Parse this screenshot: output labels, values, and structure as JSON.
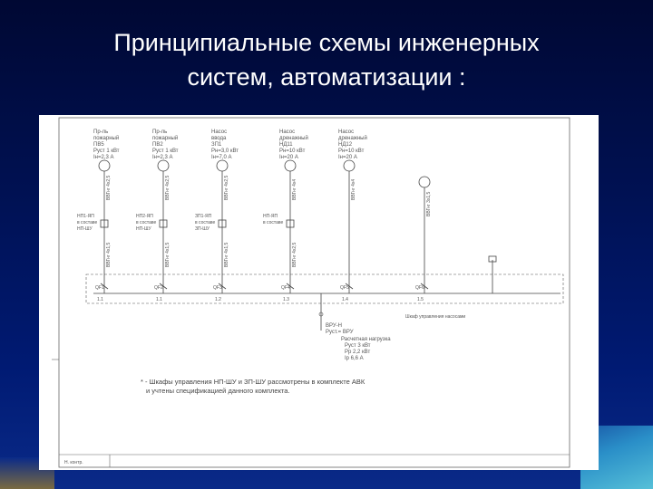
{
  "slide": {
    "title_line1": "Принципиальные схемы инженерных",
    "title_line2": "систем, автоматизации :"
  },
  "drawing": {
    "consumers": [
      {
        "label1": "Пр-ль",
        "label2": "пожарный",
        "label3": "ПВ5",
        "label4": "Руст 1 кВт",
        "label5": "Iн=2,3 А",
        "cable": "ВВГнг 4х2,5",
        "panel1": "НП1-ЯП",
        "panel2": "в составе",
        "panel3": "НП-ШУ",
        "cable2": "ВВГнг 4х1,5",
        "breaker": "QF1",
        "bus": "1.1"
      },
      {
        "label1": "Пр-ль",
        "label2": "пожарный",
        "label3": "ПВ2",
        "label4": "Руст 1 кВт",
        "label5": "Iн=2,3 А",
        "cable": "ВВГнг 4х2,5",
        "panel1": "НП2-ЯП",
        "panel2": "в составе",
        "panel3": "НП-ШУ",
        "cable2": "ВВГнг 4х1,5",
        "breaker": "QF2",
        "bus": "1.1"
      },
      {
        "label1": "Насос",
        "label2": "ввода",
        "label3": "ЗП1",
        "label4": "Рн=3,0 кВт",
        "label5": "Iн=7,0 А",
        "cable": "ВВГнг 4х2,5",
        "panel1": "ЗП1-ЯП",
        "panel2": "в составе",
        "panel3": "ЗП-ШУ",
        "cable2": "ВВГнг 4х1,5",
        "breaker": "QF3",
        "bus": "1.2"
      },
      {
        "label1": "Насос",
        "label2": "дренажный",
        "label3": "НД11",
        "label4": "Рн=10 кВт",
        "label5": "Iн=20 А",
        "cable": "ВВГнг 4х4",
        "panel1": "НП-ЯП",
        "panel2": "в составе",
        "panel3": "",
        "cable2": "ВВГнг 4х2,5",
        "breaker": "QF4",
        "bus": "1.3"
      },
      {
        "label1": "Насос",
        "label2": "дренажный",
        "label3": "НД12",
        "label4": "Рн=10 кВт",
        "label5": "Iн=20 А",
        "cable": "ВВГнг 4х4",
        "panel1": "",
        "panel2": "",
        "panel3": "",
        "cable2": "",
        "breaker": "QF5",
        "bus": "1.4"
      },
      {
        "label1": "",
        "label2": "",
        "label3": "",
        "label4": "",
        "label5": "",
        "cable": "ВВГнг 3х1,5",
        "panel1": "",
        "panel2": "",
        "panel3": "",
        "cable2": "",
        "breaker": "QF6",
        "bus": "1.5"
      }
    ],
    "input": {
      "line1": "ВРУ-Н",
      "line2": "Руст.= ВРУ",
      "line3": "Расчетная нагрузка",
      "line4": "Руст 3 кВт",
      "line5": "Рр 2,2 кВт",
      "line6": "Iр 6,6 А"
    },
    "side_note": "Шкаф управления насосами",
    "footnote_line1": "* - Шкафы управления НП-ШУ и ЗП-ШУ рассмотрены в комплекте АВК",
    "footnote_line2": "и учтены спецификацией данного комплекта.",
    "stamp_label": "Н. контр."
  }
}
